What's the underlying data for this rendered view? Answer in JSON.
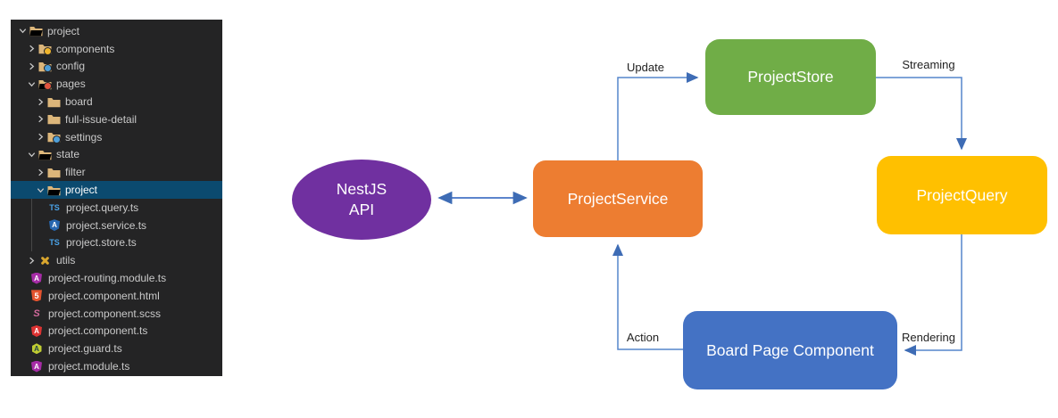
{
  "file_tree": {
    "items": [
      {
        "label": "project",
        "level": 0,
        "kind": "folder",
        "chevron": "down",
        "icon": "folder-open",
        "badge": null,
        "selected": false
      },
      {
        "label": "components",
        "level": 1,
        "kind": "folder",
        "chevron": "right",
        "icon": "folder",
        "badge": "#f0b52c",
        "selected": false
      },
      {
        "label": "config",
        "level": 1,
        "kind": "folder",
        "chevron": "right",
        "icon": "folder",
        "badge": "#4f9fd8",
        "selected": false
      },
      {
        "label": "pages",
        "level": 1,
        "kind": "folder",
        "chevron": "down",
        "icon": "folder-open",
        "badge": "#e0543e",
        "selected": false
      },
      {
        "label": "board",
        "level": 2,
        "kind": "folder",
        "chevron": "right",
        "icon": "folder",
        "badge": null,
        "selected": false
      },
      {
        "label": "full-issue-detail",
        "level": 2,
        "kind": "folder",
        "chevron": "right",
        "icon": "folder",
        "badge": null,
        "selected": false
      },
      {
        "label": "settings",
        "level": 2,
        "kind": "folder",
        "chevron": "right",
        "icon": "folder",
        "badge": "#4f9fd8",
        "selected": false
      },
      {
        "label": "state",
        "level": 1,
        "kind": "folder",
        "chevron": "down",
        "icon": "folder-open",
        "badge": null,
        "selected": false
      },
      {
        "label": "filter",
        "level": 2,
        "kind": "folder",
        "chevron": "right",
        "icon": "folder",
        "badge": null,
        "selected": false
      },
      {
        "label": "project",
        "level": 2,
        "kind": "folder",
        "chevron": "down",
        "icon": "folder-open",
        "badge": null,
        "selected": true
      },
      {
        "label": "project.query.ts",
        "level": 3,
        "kind": "file",
        "chevron": null,
        "icon": "typescript",
        "badge": null,
        "selected": false
      },
      {
        "label": "project.service.ts",
        "level": 3,
        "kind": "file",
        "chevron": null,
        "icon": "angular-service",
        "badge": null,
        "selected": false
      },
      {
        "label": "project.store.ts",
        "level": 3,
        "kind": "file",
        "chevron": null,
        "icon": "typescript",
        "badge": null,
        "selected": false
      },
      {
        "label": "utils",
        "level": 1,
        "kind": "folder",
        "chevron": "right",
        "icon": "tools",
        "badge": null,
        "selected": false
      },
      {
        "label": "project-routing.module.ts",
        "level": 1,
        "kind": "file",
        "chevron": null,
        "icon": "angular-routing",
        "badge": null,
        "selected": false
      },
      {
        "label": "project.component.html",
        "level": 1,
        "kind": "file",
        "chevron": null,
        "icon": "html5",
        "badge": null,
        "selected": false
      },
      {
        "label": "project.component.scss",
        "level": 1,
        "kind": "file",
        "chevron": null,
        "icon": "sass",
        "badge": null,
        "selected": false
      },
      {
        "label": "project.component.ts",
        "level": 1,
        "kind": "file",
        "chevron": null,
        "icon": "angular-component",
        "badge": null,
        "selected": false
      },
      {
        "label": "project.guard.ts",
        "level": 1,
        "kind": "file",
        "chevron": null,
        "icon": "guard",
        "badge": null,
        "selected": false
      },
      {
        "label": "project.module.ts",
        "level": 1,
        "kind": "file",
        "chevron": null,
        "icon": "angular-module",
        "badge": null,
        "selected": false
      }
    ],
    "colors": {
      "panel_bg": "#242425",
      "text": "#c9c9c9",
      "selected_bg": "#0b4a6f",
      "selected_text": "#ffffff",
      "folder": "#dcb67a",
      "typescript_blue": "#4aa3e8",
      "angular_red": "#dd3333",
      "angular_purple": "#a62ca6",
      "angular_service_blue": "#2767b0",
      "html5_orange": "#e5532e",
      "sass_pink": "#d26a9c",
      "guard_yellow": "#bfcc32",
      "tools_gold": "#d9a62e"
    }
  },
  "diagram": {
    "nodes": [
      {
        "id": "nestjs-api",
        "label": "NestJS API",
        "lines": [
          "NestJS",
          "API"
        ],
        "shape": "ellipse",
        "color": "#7030A0"
      },
      {
        "id": "project-service",
        "label": "ProjectService",
        "shape": "rounded-rect",
        "color": "#ED7D31"
      },
      {
        "id": "project-store",
        "label": "ProjectStore",
        "shape": "rounded-rect",
        "color": "#70AD47"
      },
      {
        "id": "project-query",
        "label": "ProjectQuery",
        "shape": "rounded-rect",
        "color": "#FFC000"
      },
      {
        "id": "board-page",
        "label": "Board Page Component",
        "shape": "rounded-rect",
        "color": "#4472C4"
      }
    ],
    "edges": [
      {
        "label": "Update",
        "from": "ProjectService",
        "to": "ProjectStore",
        "bidirectional": false
      },
      {
        "label": "Streaming",
        "from": "ProjectStore",
        "to": "ProjectQuery",
        "bidirectional": false
      },
      {
        "label": "Action",
        "from": "Board Page Component",
        "to": "ProjectService",
        "bidirectional": false
      },
      {
        "label": "Rendering",
        "from": "ProjectQuery",
        "to": "Board Page Component",
        "bidirectional": false
      },
      {
        "label": "",
        "from": "NestJS API",
        "to": "ProjectService",
        "bidirectional": true
      }
    ],
    "colors": {
      "line": "#5585cc",
      "arrowhead": "#3e6cb5",
      "label_text": "#222222"
    }
  }
}
